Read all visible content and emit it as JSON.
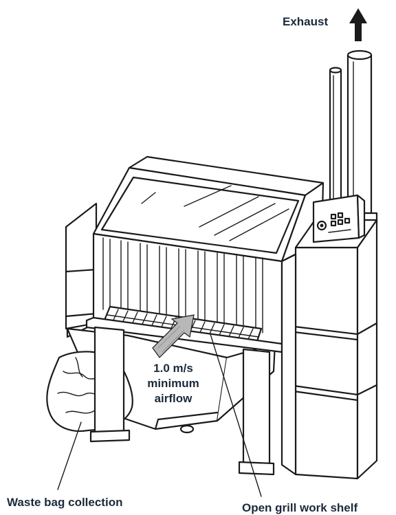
{
  "diagram": {
    "labels": {
      "exhaust": "Exhaust",
      "airflow_line1": "1.0 m/s",
      "airflow_line2": "minimum",
      "airflow_line3": "airflow",
      "waste_bag": "Waste bag collection",
      "grill_shelf": "Open grill work shelf"
    },
    "colors": {
      "line": "#1a1a1a",
      "label_text": "#1b2a3a",
      "airflow_arrow_fill": "#b8b8b8"
    }
  }
}
